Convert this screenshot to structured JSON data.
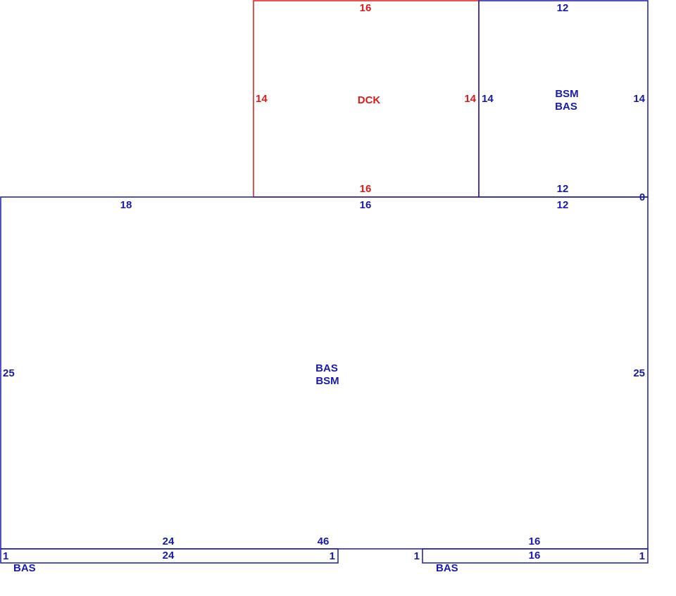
{
  "colors": {
    "blue": "#1a1aa8",
    "red": "#dd1a1a"
  },
  "shapes": [
    {
      "id": "dck",
      "color": "red",
      "area_labels": [
        "DCK"
      ],
      "sides": {
        "top": "16",
        "bottom": "16",
        "left": "14",
        "right": "14"
      }
    },
    {
      "id": "upper-right",
      "color": "blue",
      "area_labels": [
        "BSM",
        "BAS"
      ],
      "sides": {
        "top": "12",
        "bottom": "12",
        "left": "14",
        "right": "14",
        "corner": "0"
      }
    },
    {
      "id": "main",
      "color": "blue",
      "area_labels": [
        "BAS",
        "BSM"
      ],
      "sides": {
        "top_left": "18",
        "top_mid": "16",
        "top_right": "12",
        "left": "25",
        "right": "25",
        "bottom_left": "24",
        "bottom_mid": "46",
        "bottom_right": "16"
      }
    },
    {
      "id": "bottom-left-strip",
      "color": "blue",
      "area_labels": [
        "BAS"
      ],
      "sides": {
        "top": "24",
        "left": "1",
        "right": "1"
      }
    },
    {
      "id": "bottom-right-strip",
      "color": "blue",
      "area_labels": [
        "BAS"
      ],
      "sides": {
        "top": "16",
        "left": "1",
        "right": "1"
      }
    }
  ]
}
